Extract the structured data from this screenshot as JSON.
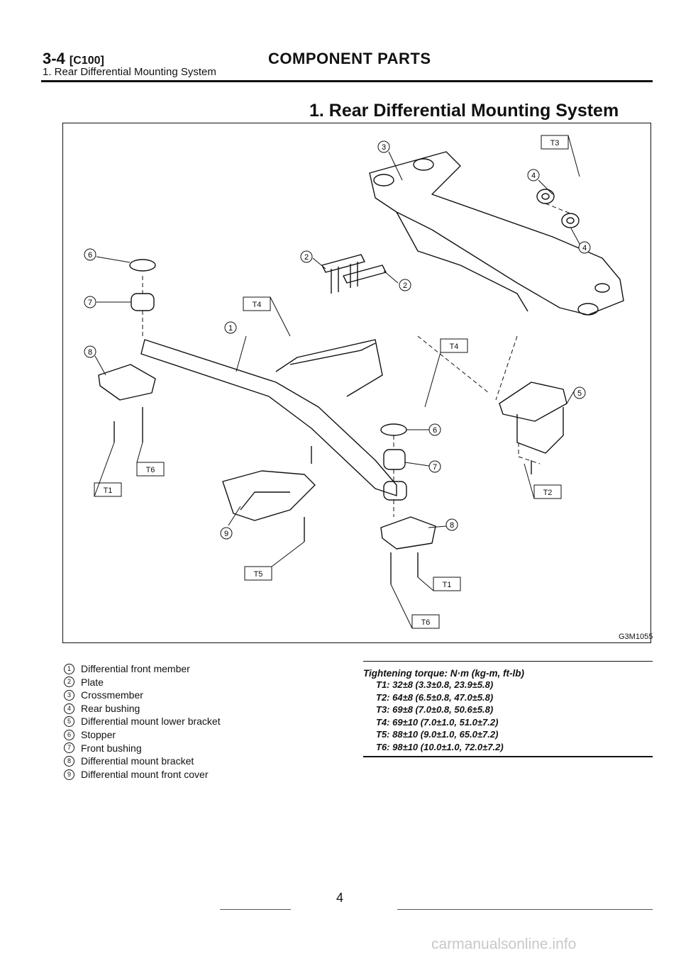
{
  "header": {
    "code": "3-4",
    "ref": "[C100]",
    "title": "COMPONENT PARTS",
    "subtitle": "1. Rear Differential Mounting System"
  },
  "section_title": "1. Rear Differential Mounting System",
  "figure": {
    "code": "G3M1055",
    "callouts": {
      "c1": "1",
      "c2a": "2",
      "c2b": "2",
      "c3": "3",
      "c4a": "4",
      "c4b": "4",
      "c5": "5",
      "c6a": "6",
      "c6b": "6",
      "c7a": "7",
      "c7b": "7",
      "c8a": "8",
      "c8b": "8",
      "c9": "9"
    },
    "tags": {
      "t1a": "T1",
      "t1b": "T1",
      "t2": "T2",
      "t3": "T3",
      "t4a": "T4",
      "t4b": "T4",
      "t5": "T5",
      "t6a": "T6",
      "t6b": "T6"
    }
  },
  "legend": [
    {
      "num": "1",
      "label": "Differential front member"
    },
    {
      "num": "2",
      "label": "Plate"
    },
    {
      "num": "3",
      "label": "Crossmember"
    },
    {
      "num": "4",
      "label": "Rear bushing"
    },
    {
      "num": "5",
      "label": "Differential mount lower bracket"
    },
    {
      "num": "6",
      "label": "Stopper"
    },
    {
      "num": "7",
      "label": "Front bushing"
    },
    {
      "num": "8",
      "label": "Differential mount bracket"
    },
    {
      "num": "9",
      "label": "Differential mount front cover"
    }
  ],
  "torque": {
    "title": "Tightening torque: N·m (kg-m, ft-lb)",
    "rows": [
      "T1: 32±8 (3.3±0.8, 23.9±5.8)",
      "T2: 64±8 (6.5±0.8, 47.0±5.8)",
      "T3: 69±8 (7.0±0.8, 50.6±5.8)",
      "T4: 69±10 (7.0±1.0, 51.0±7.2)",
      "T5: 88±10 (9.0±1.0, 65.0±7.2)",
      "T6: 98±10 (10.0±1.0, 72.0±7.2)"
    ]
  },
  "page_number": "4",
  "watermark": "carmanualsonline.info"
}
